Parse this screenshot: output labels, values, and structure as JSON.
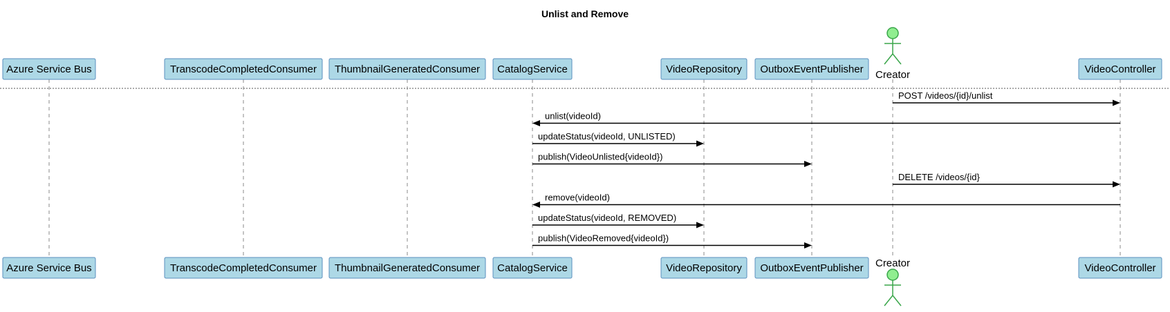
{
  "diagram": {
    "title": "Unlist and Remove",
    "participants": [
      {
        "id": "bus",
        "label": "Azure Service Bus",
        "kind": "participant"
      },
      {
        "id": "tcc",
        "label": "TranscodeCompletedConsumer",
        "kind": "participant"
      },
      {
        "id": "tgc",
        "label": "ThumbnailGeneratedConsumer",
        "kind": "participant"
      },
      {
        "id": "cat",
        "label": "CatalogService",
        "kind": "participant"
      },
      {
        "id": "repo",
        "label": "VideoRepository",
        "kind": "participant"
      },
      {
        "id": "pub",
        "label": "OutboxEventPublisher",
        "kind": "participant"
      },
      {
        "id": "creator",
        "label": "Creator",
        "kind": "actor"
      },
      {
        "id": "ctrl",
        "label": "VideoController",
        "kind": "participant"
      }
    ],
    "messages": [
      {
        "from": "creator",
        "to": "ctrl",
        "label": "POST /videos/{id}/unlist"
      },
      {
        "from": "ctrl",
        "to": "cat",
        "label": "unlist(videoId)"
      },
      {
        "from": "cat",
        "to": "repo",
        "label": "updateStatus(videoId, UNLISTED)"
      },
      {
        "from": "cat",
        "to": "pub",
        "label": "publish(VideoUnlisted{videoId})"
      },
      {
        "from": "creator",
        "to": "ctrl",
        "label": "DELETE /videos/{id}"
      },
      {
        "from": "ctrl",
        "to": "cat",
        "label": "remove(videoId)"
      },
      {
        "from": "cat",
        "to": "repo",
        "label": "updateStatus(videoId, REMOVED)"
      },
      {
        "from": "cat",
        "to": "pub",
        "label": "publish(VideoRemoved{videoId})"
      }
    ],
    "colors": {
      "participant_fill": "#add8e6",
      "participant_border": "#5a8fbf",
      "actor_fill": "#90ee90",
      "actor_stroke": "#3aa64a",
      "line": "#000000",
      "lifeline": "#888888"
    }
  }
}
